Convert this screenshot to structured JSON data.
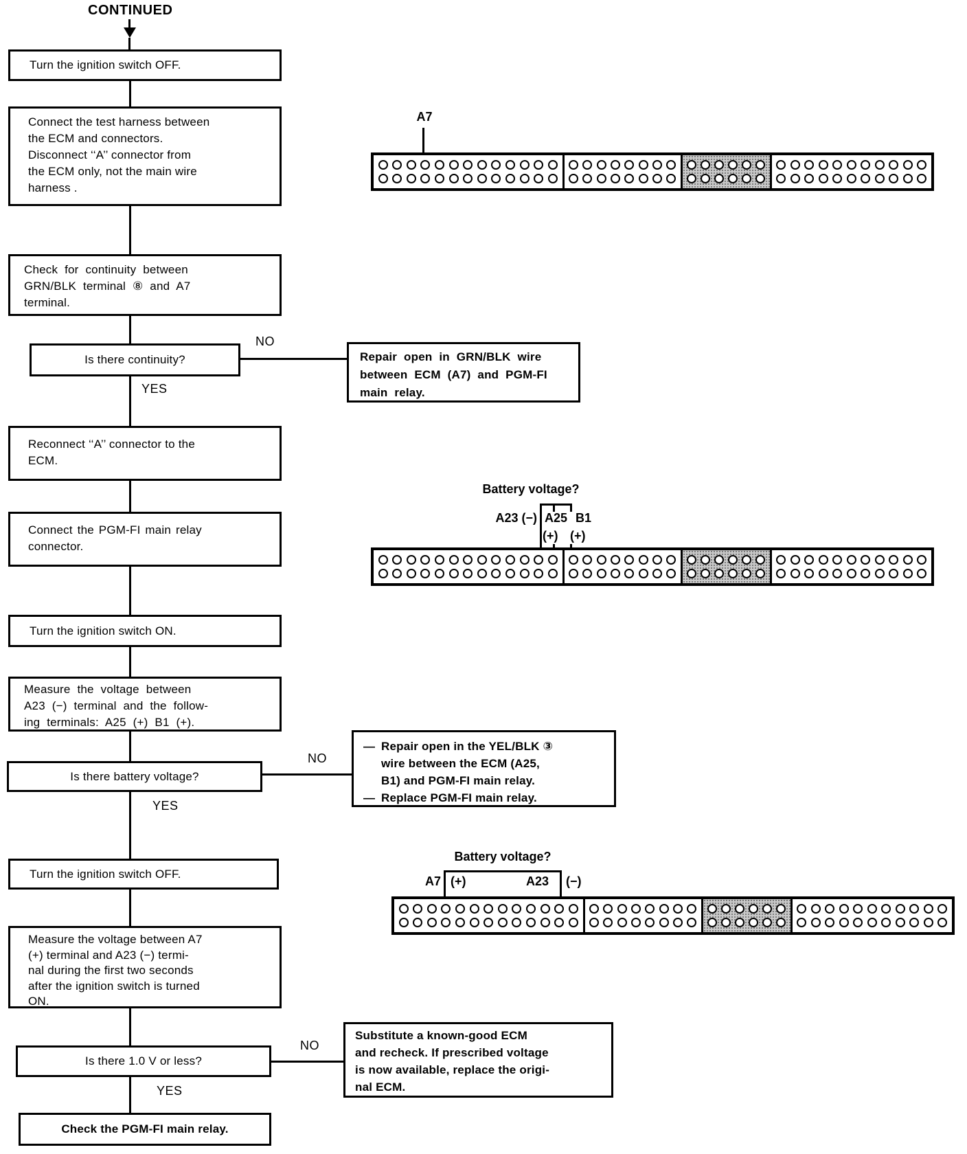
{
  "flow": {
    "continued": "CONTINUED",
    "yes": "YES",
    "no": "NO",
    "dash": "—",
    "box1": "Turn the ignition switch OFF.",
    "box2": "Connect the test harness between\nthe ECM and connectors.\nDisconnect ‘‘A’’ connector from\nthe ECM only, not the main wire\nharness .",
    "box3": "Check for continuity between\nGRN/BLK terminal ⑧ and A7\nterminal.",
    "decision1": "Is there continuity?",
    "repair1": "Repair open in GRN/BLK wire\nbetween ECM (A7) and PGM-FI\nmain relay.",
    "box4": "Reconnect ‘‘A’’ connector to the\nECM.",
    "box5": "Connect the PGM-FI main relay\nconnector.",
    "box6": "Turn the ignition switch ON.",
    "box7": "Measure the voltage between\nA23 (−) terminal and the follow-\ning terminals: A25 (+) B1 (+).",
    "decision2": "Is there battery voltage?",
    "repair2_items": [
      "Repair open in the YEL/BLK ③\nwire between the ECM (A25,\nB1) and PGM-FI main relay.",
      "Replace PGM-FI main relay."
    ],
    "box8": "Turn the ignition switch OFF.",
    "box9": "Measure the voltage between A7\n(+) terminal and A23 (−) termi-\nnal during the first two seconds\nafter the ignition switch is turned\nON.",
    "decision3": "Is there 1.0 V or less?",
    "substitute": "Substitute a known-good ECM\nand recheck. If prescribed voltage\nis now available, replace the origi-\nnal ECM.",
    "box10": "Check the PGM-FI main relay."
  },
  "connectors": {
    "c1": {
      "rows": 2,
      "sections": [
        {
          "cols": 13,
          "shaded": false
        },
        {
          "cols": 8,
          "shaded": false
        },
        {
          "cols": 6,
          "shaded": true
        },
        {
          "cols": 11,
          "shaded": false
        }
      ],
      "callout": {
        "terminal": "A7"
      }
    },
    "c2": {
      "rows": 2,
      "sections": [
        {
          "cols": 13,
          "shaded": false
        },
        {
          "cols": 8,
          "shaded": false
        },
        {
          "cols": 6,
          "shaded": true
        },
        {
          "cols": 11,
          "shaded": false
        }
      ],
      "callout": {
        "title": "Battery voltage?",
        "negative_terminal": "A23 (−)",
        "positive_terminal_1": "A25",
        "positive_terminal_2": "B1",
        "plus_1": "(+)",
        "plus_2": "(+)"
      }
    },
    "c3": {
      "rows": 2,
      "sections": [
        {
          "cols": 13,
          "shaded": false
        },
        {
          "cols": 8,
          "shaded": false
        },
        {
          "cols": 6,
          "shaded": true
        },
        {
          "cols": 11,
          "shaded": false
        }
      ],
      "callout": {
        "title": "Battery voltage?",
        "positive_terminal": "A7",
        "plus": "(+)",
        "negative_terminal": "A23",
        "minus": "(−)"
      }
    }
  },
  "colors": {
    "ink": "#000000",
    "paper": "#ffffff",
    "shaded_section": "#c9c9c9"
  }
}
